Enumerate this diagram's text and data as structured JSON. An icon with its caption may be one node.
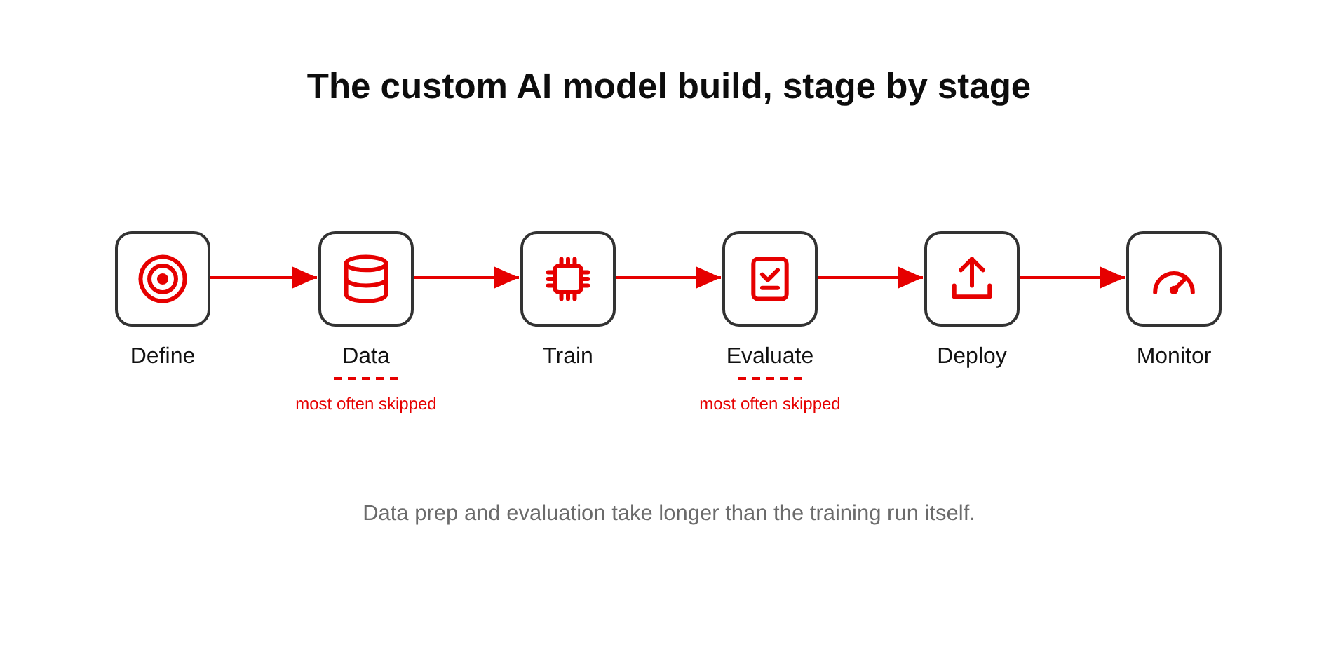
{
  "diagram": {
    "title": "The custom AI model build, stage by stage",
    "caption": "Data prep and evaluation take longer than the training run itself.",
    "nodes": [
      {
        "text": [
          "Define"
        ]
      },
      {
        "text": [
          "Data"
        ]
      },
      {
        "text": [
          "Train"
        ]
      },
      {
        "text": [
          "Evaluate"
        ]
      },
      {
        "text": [
          "Deploy"
        ]
      },
      {
        "text": [
          "Monitor"
        ]
      }
    ],
    "edges": [
      {
        "from": 0,
        "to": 1,
        "arrow": "to"
      },
      {
        "from": 1,
        "to": 2,
        "arrow": "to"
      },
      {
        "from": 2,
        "to": 3,
        "arrow": "to"
      },
      {
        "from": 3,
        "to": 4,
        "arrow": "to"
      },
      {
        "from": 4,
        "to": 5,
        "arrow": "to"
      }
    ],
    "labels": [
      "most often skipped",
      "most often skipped"
    ]
  }
}
